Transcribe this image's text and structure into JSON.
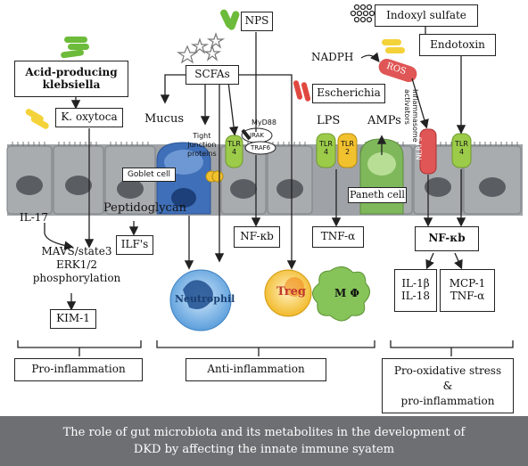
{
  "microbes": {
    "acid_producing": "Acid-producing\nklebsiella",
    "k_oxytoca": "K. oxytoca",
    "scfas": "SCFAs",
    "nps": "NPS",
    "escherichia": "Escherichia",
    "indoxyl_sulfate": "Indoxyl sulfate",
    "endotoxin": "Endotoxin",
    "nadph": "NADPH",
    "ros": "ROS"
  },
  "epithelium": {
    "mucus": "Mucus",
    "tight_junction": "Tight\njunction\nproteins",
    "goblet_cell": "Goblet cell",
    "peptidoglycan": "Peptidoglycan",
    "lps": "LPS",
    "amps": "AMPs",
    "paneth_cell": "Paneth cell",
    "myd88": "MyD88",
    "irak": "IRAK",
    "traf6": "TRAF6",
    "tlr4_a": "TLR\n4",
    "tlr4_b": "TLR\n4",
    "tlr2": "TLR\n2",
    "tlr4_c": "TLR\n4",
    "nlrp3": "NLRP3",
    "inflammasome": "Inflammasome\nactivators"
  },
  "pathway": {
    "il17": "IL-17",
    "mavs": "MAVS/state3\nERK1/2\nphosphorylation",
    "kim1": "KIM-1",
    "ilfs": "ILF's",
    "nfkb_left": "NF-κb",
    "tnf_alpha": "TNF-α",
    "nfkb_right": "NF-κb",
    "il1b": "IL-1β\nIL-18",
    "mcp1": "MCP-1\nTNF-α",
    "neutrophil": "Neutrophil",
    "treg": "Treg",
    "macrophage": "M Φ"
  },
  "outcomes": {
    "pro_inflammation": "Pro-inflammation",
    "anti_inflammation": "Anti-inflammation",
    "pro_oxidative": "Pro-oxidative stress\n&\npro-inflammation"
  },
  "caption": {
    "line1": "The role of gut microbiota and its metabolites in the development of",
    "line2": "DKD by affecting the innate immune syatem"
  },
  "colors": {
    "cell_gray": "#a9acaf",
    "nucleus": "#5a5e63",
    "goblet_blue": "#3f6fb8",
    "tlr_green": "#9ccb4a",
    "tlr_yellow": "#f2c12e",
    "paneth_green": "#7fb85a",
    "nlrp3_red": "#e05555",
    "neutrophil_blue": "#6aa8de",
    "treg_yellow": "#f7c843",
    "macrophage_green": "#86c45a",
    "caption_bg": "#6d6f72"
  }
}
